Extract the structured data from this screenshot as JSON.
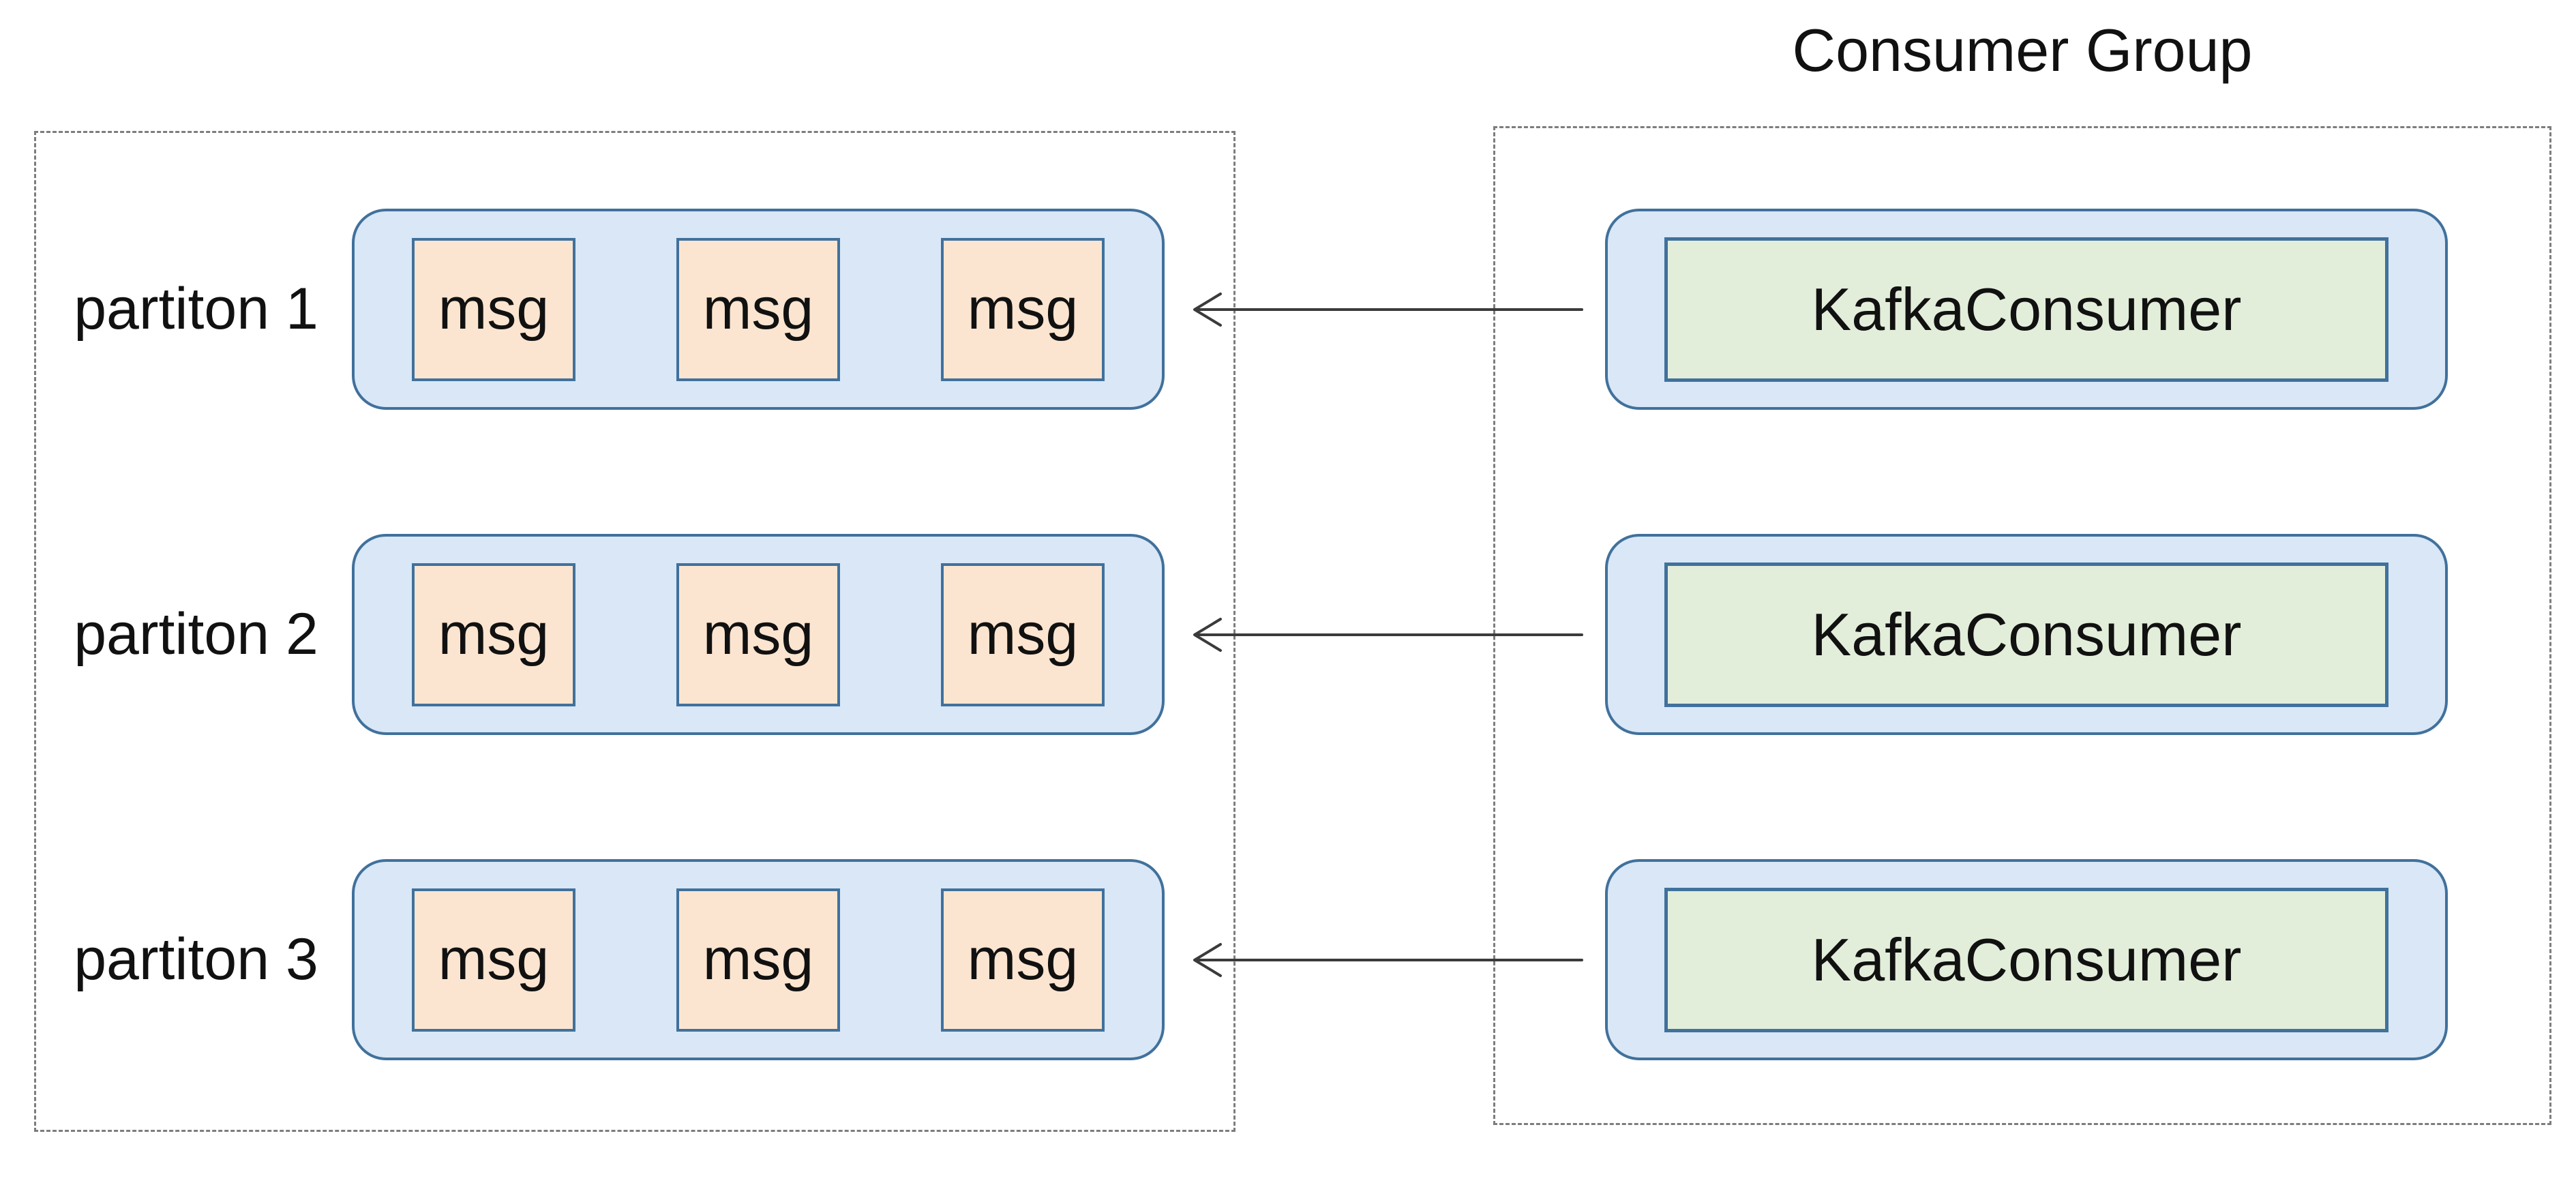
{
  "title": "Consumer Group",
  "partitions": [
    {
      "label": "partiton 1",
      "messages": [
        "msg",
        "msg",
        "msg"
      ]
    },
    {
      "label": "partiton 2",
      "messages": [
        "msg",
        "msg",
        "msg"
      ]
    },
    {
      "label": "partiton 3",
      "messages": [
        "msg",
        "msg",
        "msg"
      ]
    }
  ],
  "consumers": [
    {
      "label": "KafkaConsumer"
    },
    {
      "label": "KafkaConsumer"
    },
    {
      "label": "KafkaConsumer"
    }
  ],
  "colors": {
    "partition_fill": "#d9e7f7",
    "message_fill": "#fce5d0",
    "consumer_fill": "#d9e7f7",
    "consumer_inner_fill": "#e2eeda",
    "shape_border": "#41719c",
    "dashed_border": "#7d7d7d",
    "arrow": "#3b3b3b"
  }
}
